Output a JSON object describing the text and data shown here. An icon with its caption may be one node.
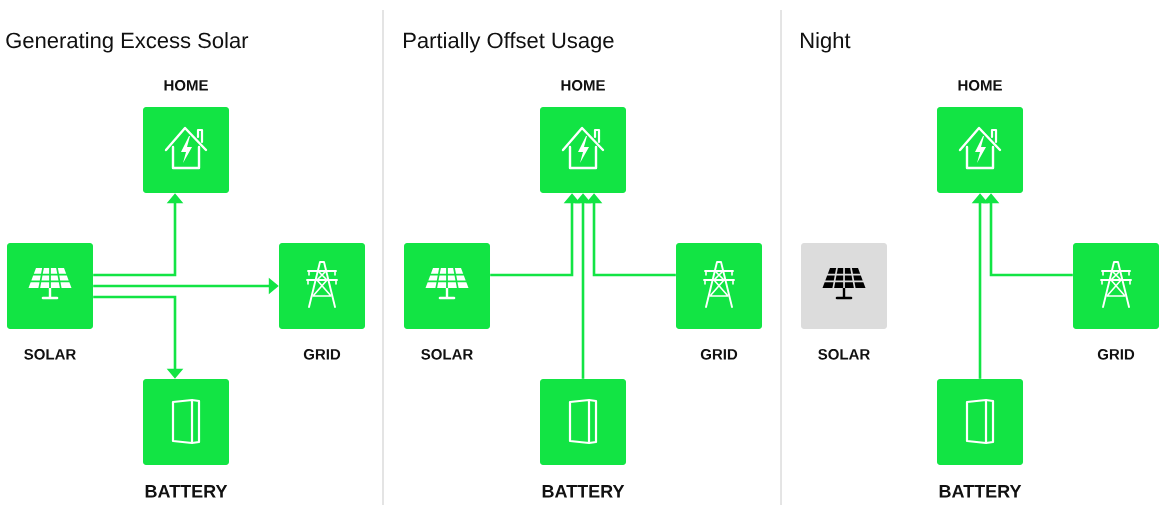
{
  "diagram": {
    "nodes": [
      {
        "text": [
          "HOME"
        ]
      },
      {
        "text": [
          "SOLAR"
        ]
      },
      {
        "text": [
          "GRID"
        ]
      },
      {
        "text": [
          "BATTERY"
        ]
      },
      {
        "text": [
          "HOME"
        ]
      },
      {
        "text": [
          "SOLAR"
        ]
      },
      {
        "text": [
          "GRID"
        ]
      },
      {
        "text": [
          "BATTERY"
        ]
      },
      {
        "text": [
          "HOME"
        ]
      },
      {
        "text": [
          "SOLAR"
        ]
      },
      {
        "text": [
          "GRID"
        ]
      },
      {
        "text": [
          "BATTERY"
        ]
      }
    ],
    "edges": [
      {
        "from": 1,
        "to": 0,
        "arrow": "to"
      },
      {
        "from": 1,
        "to": 2,
        "arrow": "to"
      },
      {
        "from": 1,
        "to": 3,
        "arrow": "to"
      },
      {
        "from": 5,
        "to": 4,
        "arrow": "to"
      },
      {
        "from": 7,
        "to": 4,
        "arrow": "to"
      },
      {
        "from": 6,
        "to": 4,
        "arrow": "to"
      },
      {
        "from": 11,
        "to": 8,
        "arrow": "to"
      },
      {
        "from": 10,
        "to": 8,
        "arrow": "to"
      }
    ],
    "labels": [
      "Generating Excess Solar",
      "Partially Offset Usage",
      "Night"
    ]
  }
}
